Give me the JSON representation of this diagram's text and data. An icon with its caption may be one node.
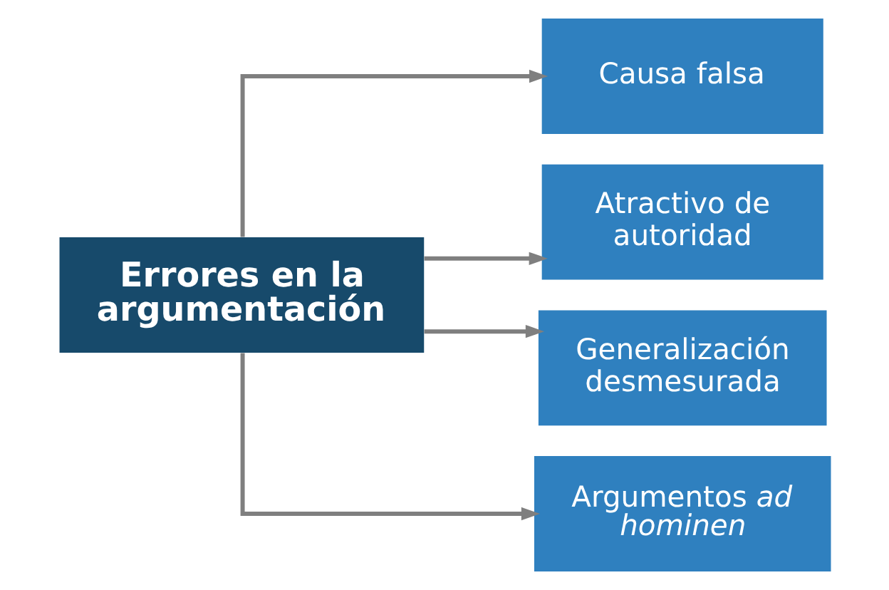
{
  "diagram": {
    "nodes": [
      {
        "text": [
          "Errores en la argumentación"
        ]
      },
      {
        "text": [
          "Causa falsa"
        ]
      },
      {
        "text": [
          "Atractivo de autoridad"
        ]
      },
      {
        "text": [
          "Generalización desmesurada"
        ]
      },
      {
        "text": [
          "Argumentos *ad hominen*"
        ]
      }
    ],
    "edges": [
      {
        "from": 0,
        "to": 1,
        "arrow": "to"
      },
      {
        "from": 0,
        "to": 2,
        "arrow": "to"
      },
      {
        "from": 0,
        "to": 3,
        "arrow": "to"
      },
      {
        "from": 0,
        "to": 4,
        "arrow": "to"
      }
    ]
  }
}
